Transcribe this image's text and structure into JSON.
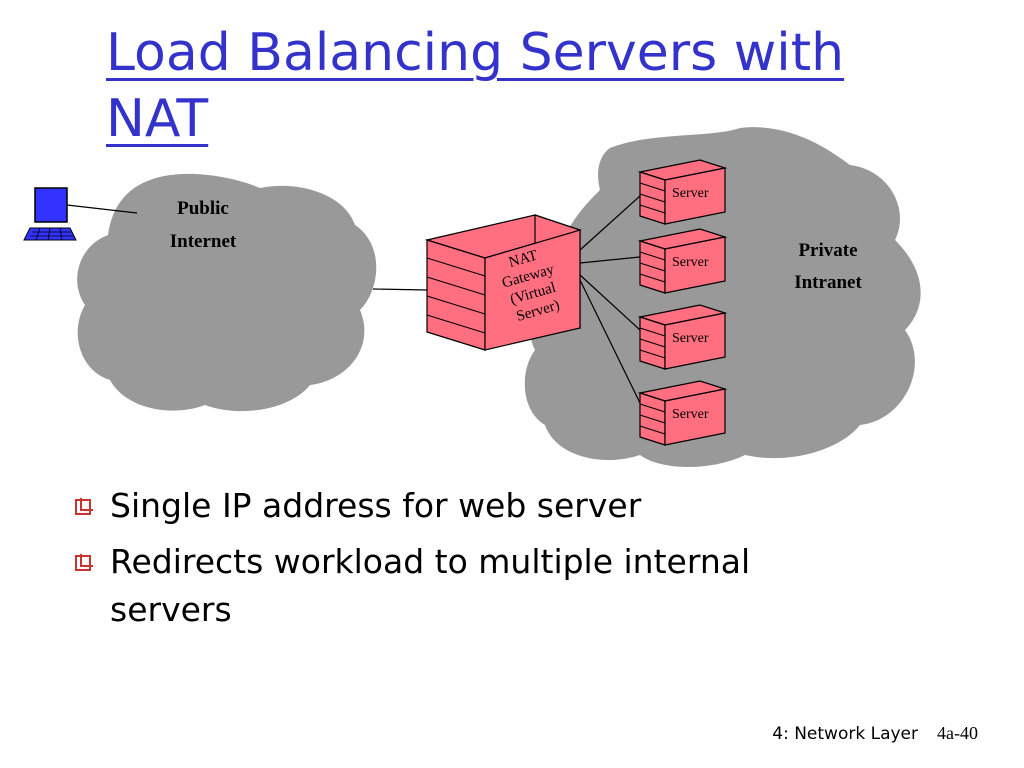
{
  "slide": {
    "title_line1": "Load Balancing Servers with",
    "title_line2": "NAT"
  },
  "diagram": {
    "public_cloud": {
      "line1": "Public",
      "line2": "Internet"
    },
    "private_cloud": {
      "line1": "Private",
      "line2": "Intranet"
    },
    "gateway": {
      "lines": [
        "NAT",
        "Gateway",
        "(Virtual",
        "Server)"
      ]
    },
    "servers": [
      {
        "label": "Server"
      },
      {
        "label": "Server"
      },
      {
        "label": "Server"
      },
      {
        "label": "Server"
      }
    ],
    "colors": {
      "cloud": "#999999",
      "device_fill": "#ff6f80",
      "device_stroke": "#000000",
      "computer": "#3333ff"
    }
  },
  "bullets": [
    "Single IP address for web server",
    "Redirects workload to multiple internal servers"
  ],
  "footer": {
    "chapter": "4: Network Layer",
    "page": "4a-40"
  }
}
